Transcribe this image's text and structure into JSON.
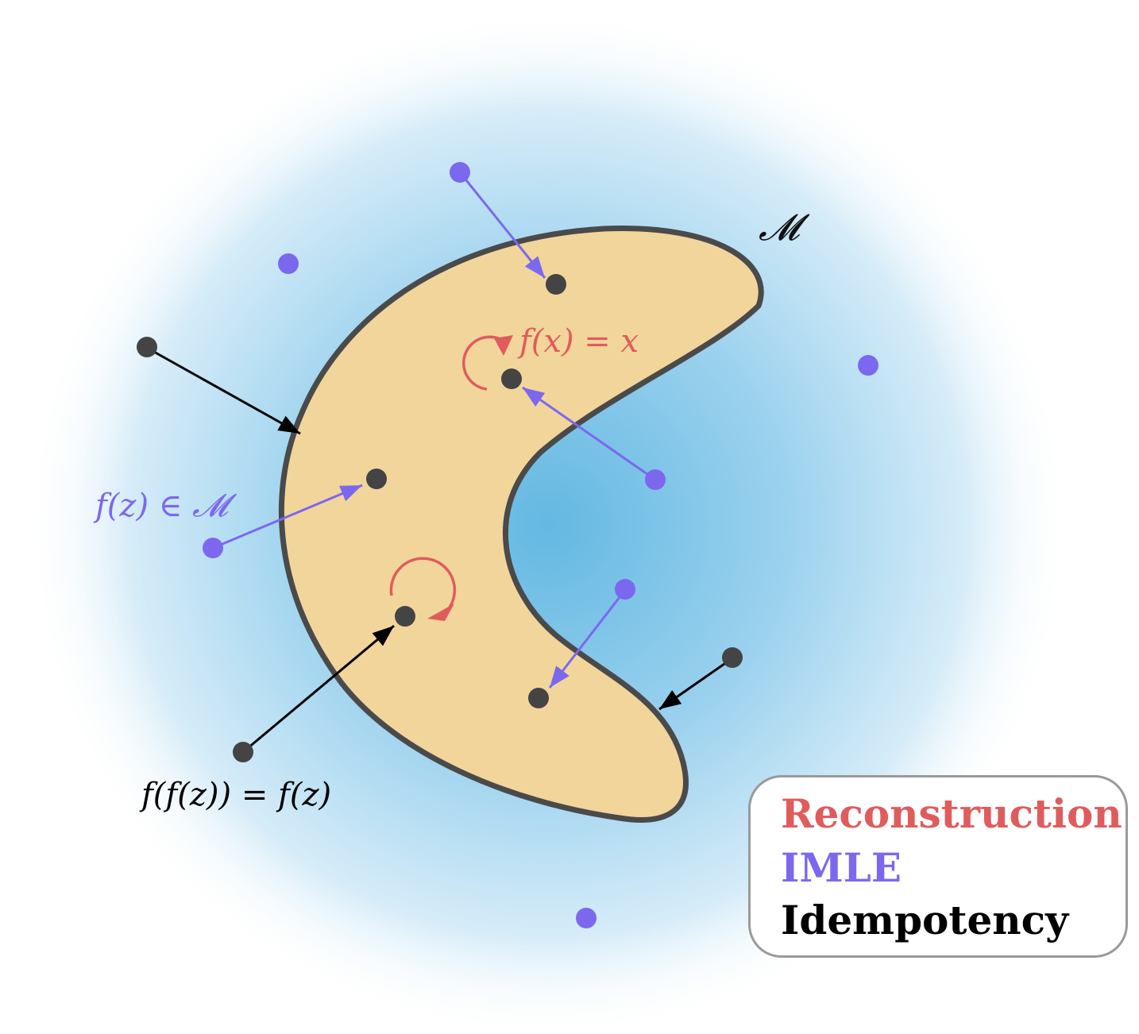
{
  "colors": {
    "background_center": "#6bbbe3",
    "manifold_fill": "#f2d59b",
    "manifold_stroke": "#4a4a4a",
    "reconstruction": "#e05c5c",
    "imle": "#7b68ee",
    "idempotency": "#000000",
    "point_dark": "#444444"
  },
  "labels": {
    "manifold": "𝓜",
    "reconstruction_eq": "f(x) = x",
    "imle_eq": "f(z) ∈ 𝓜",
    "idempotency_eq": "f(f(z)) = f(z)"
  },
  "legend": {
    "reconstruction": "Reconstruction",
    "imle": "IMLE",
    "idempotency": "Idempotency"
  },
  "icons": {
    "self_loop": "circular-arrow-icon",
    "arrow": "arrow-icon",
    "point": "dot-icon"
  }
}
